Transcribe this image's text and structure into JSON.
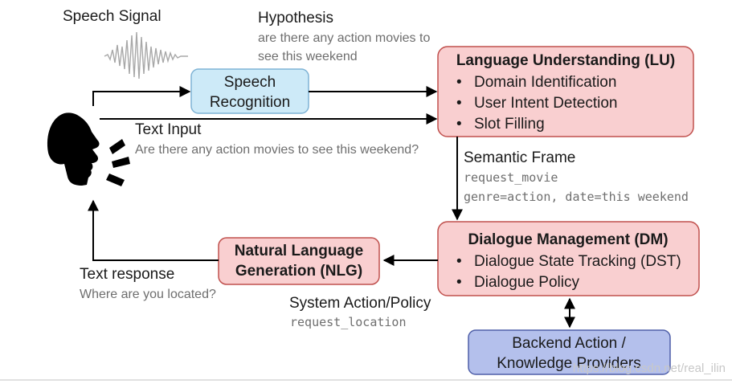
{
  "speech_signal": {
    "label": "Speech Signal"
  },
  "hypothesis": {
    "label": "Hypothesis",
    "line1": "are there any action movies to",
    "line2": "see this weekend"
  },
  "asr": {
    "line1": "Speech",
    "line2": "Recognition"
  },
  "lu": {
    "title": "Language Understanding (LU)",
    "items": [
      "Domain Identification",
      "User Intent Detection",
      "Slot Filling"
    ]
  },
  "text_input": {
    "label": "Text Input",
    "text": "Are there any action movies to see this weekend?"
  },
  "semantic_frame": {
    "label": "Semantic Frame",
    "line1": "request_movie",
    "line2": "genre=action, date=this weekend"
  },
  "dm": {
    "title": "Dialogue Management (DM)",
    "items": [
      "Dialogue State Tracking (DST)",
      "Dialogue Policy"
    ]
  },
  "nlg": {
    "line1": "Natural Language",
    "line2": "Generation (NLG)"
  },
  "text_response": {
    "label": "Text response",
    "text": "Where are you located?"
  },
  "system_action": {
    "label": "System Action/Policy",
    "text": "request_location"
  },
  "backend": {
    "line1": "Backend Action /",
    "line2": "Knowledge Providers"
  },
  "watermark": "https://blog.csdn.net/real_ilin",
  "colors": {
    "lu_fill": "#f9cfd0",
    "lu_stroke": "#c0504d",
    "asr_fill": "#cdeaf8",
    "asr_stroke": "#7fb3d5",
    "backend_fill": "#b4c0ec",
    "backend_stroke": "#4f5fa8",
    "arrow": "#000000"
  },
  "icons": {
    "speaker": "speaking-head-icon",
    "waveform": "waveform-icon"
  }
}
